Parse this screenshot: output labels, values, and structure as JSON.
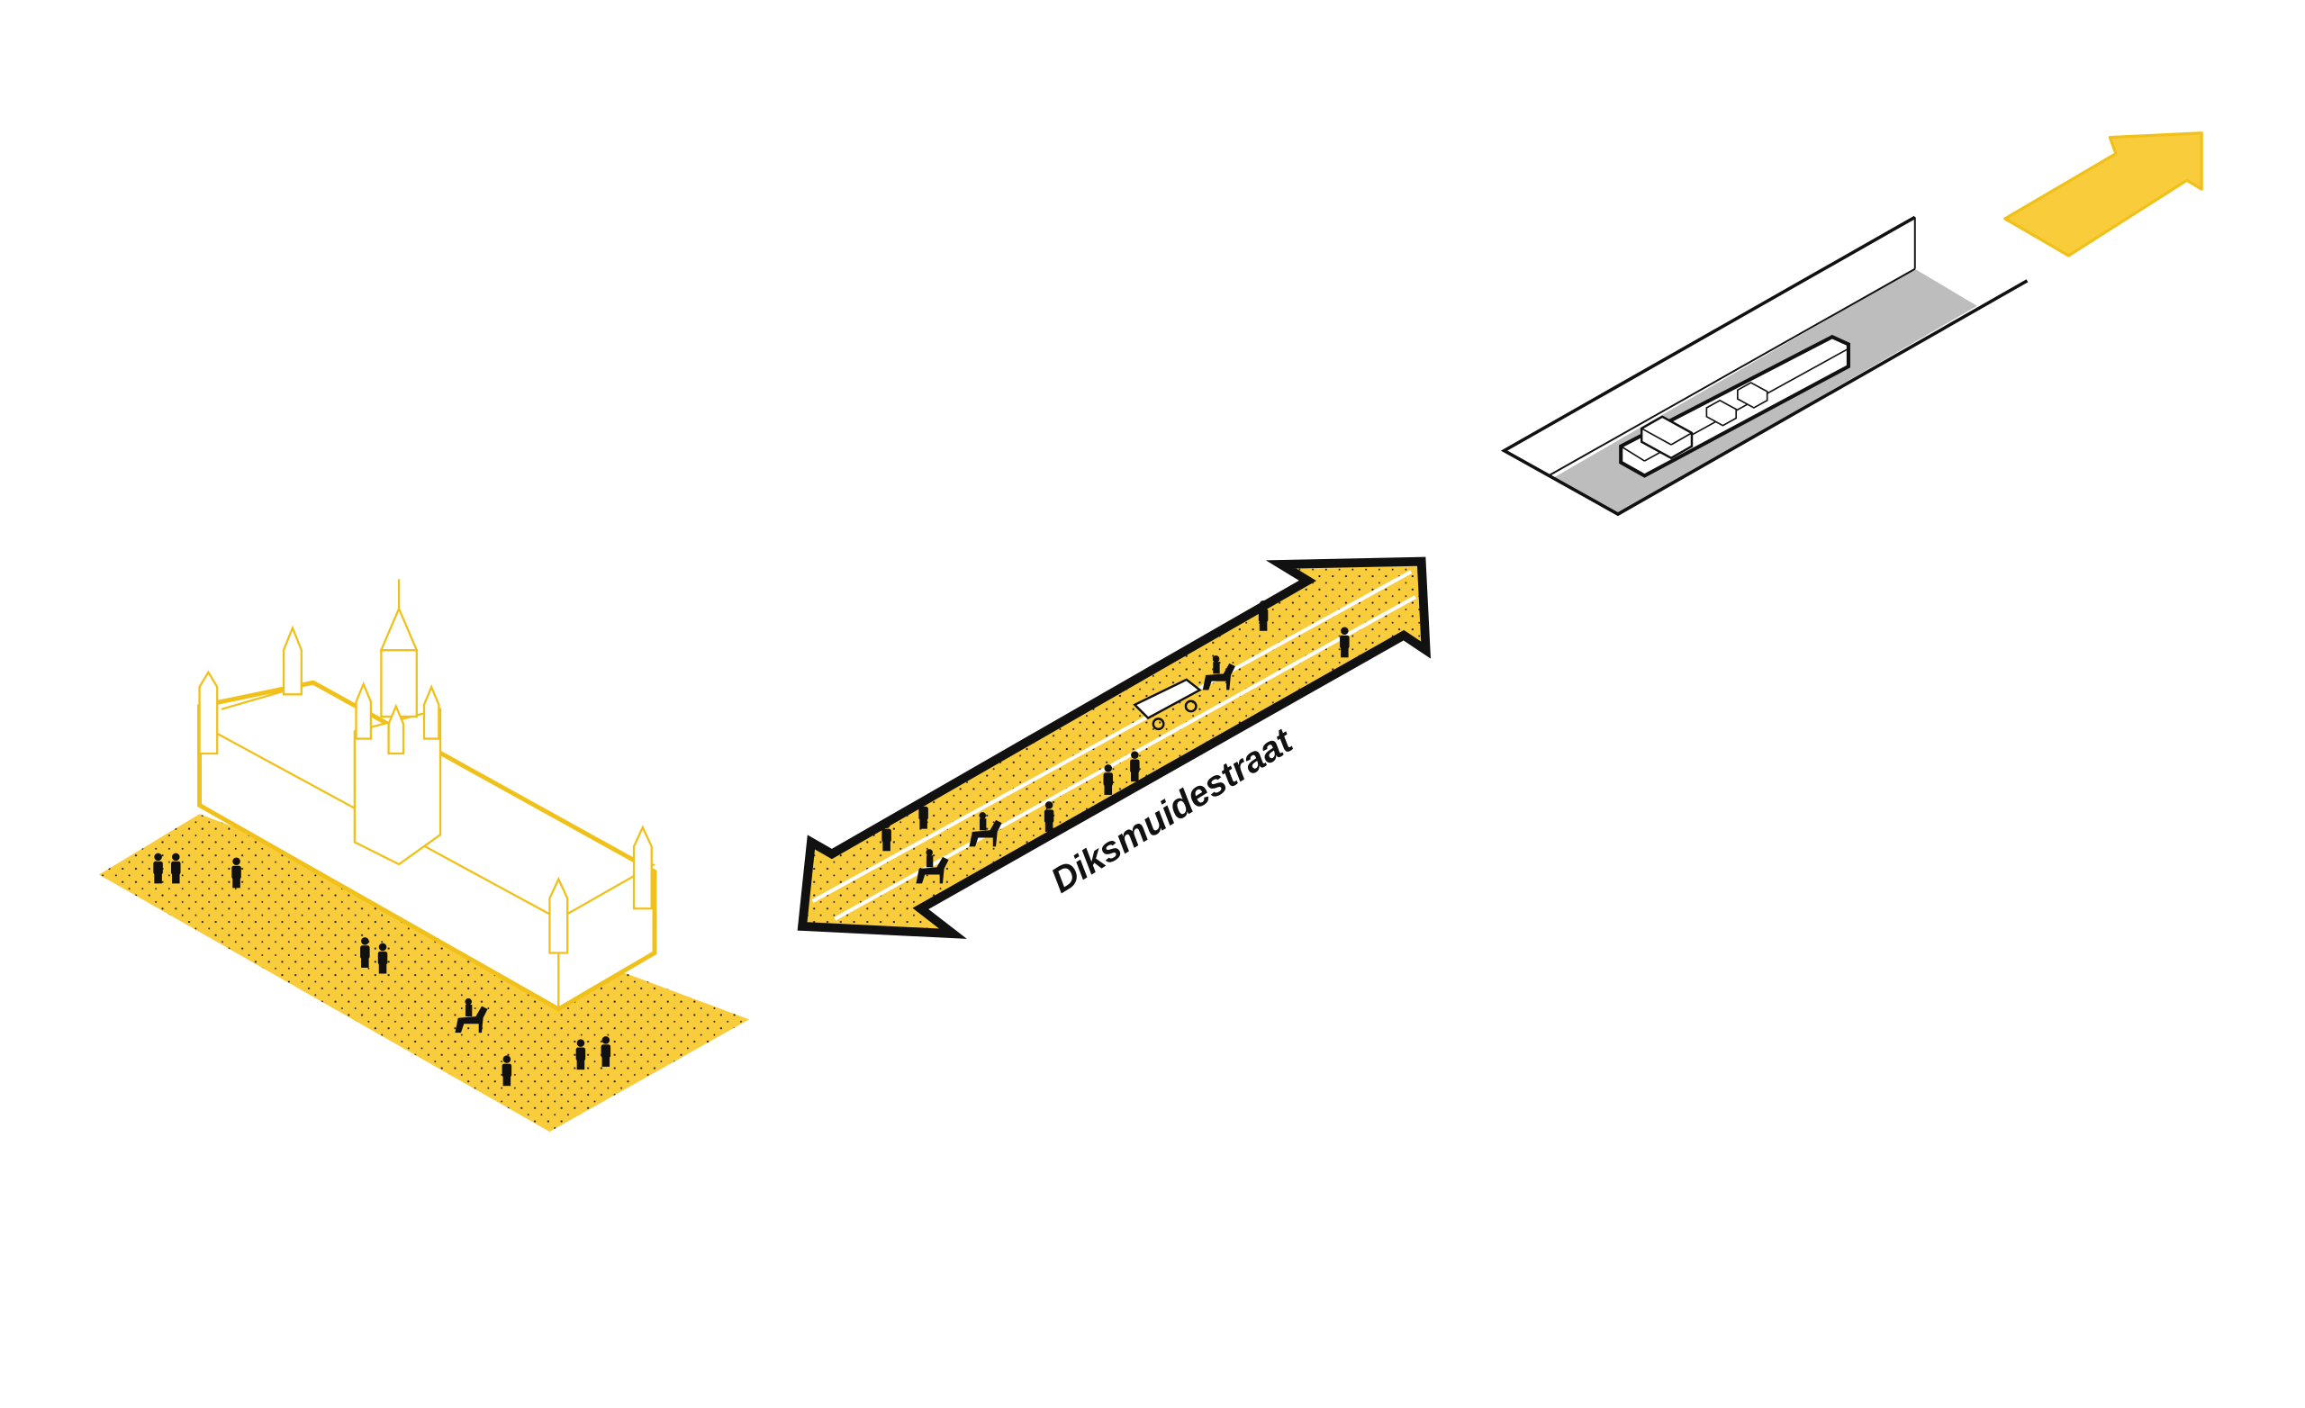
{
  "labels": {
    "street": "Diksmuidestraat"
  },
  "colors": {
    "yellow": "#F9CC3B",
    "yellow_stroke": "#F0C11A",
    "black": "#111111",
    "water_grey": "#BDBDBD"
  },
  "icons": [
    "church-building",
    "person",
    "horse-rider",
    "horse-cart",
    "canal-boat",
    "direction-arrow"
  ]
}
